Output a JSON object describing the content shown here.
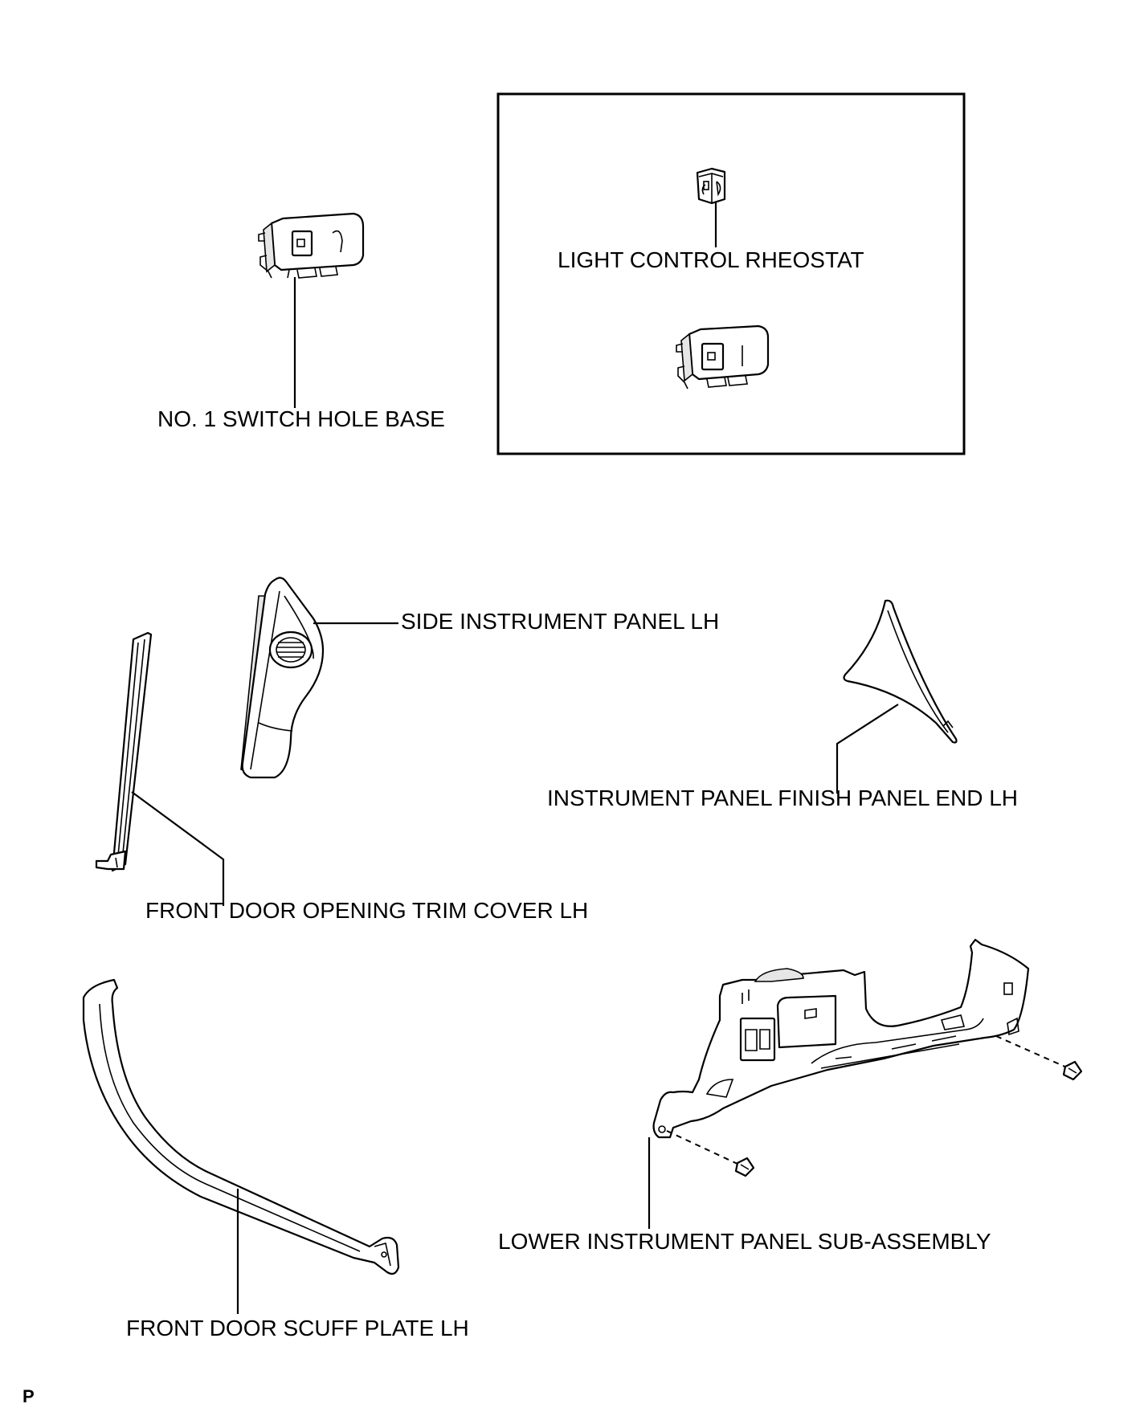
{
  "labels": {
    "switch_hole_base": "NO. 1 SWITCH HOLE BASE",
    "light_control_rheostat": "LIGHT CONTROL RHEOSTAT",
    "side_instrument_panel": "SIDE INSTRUMENT PANEL LH",
    "finish_panel_end": "INSTRUMENT PANEL FINISH PANEL END LH",
    "door_opening_trim_cover": "FRONT DOOR OPENING TRIM COVER LH",
    "lower_instrument_panel": "LOWER INSTRUMENT PANEL SUB-ASSEMBLY",
    "door_scuff_plate": "FRONT DOOR SCUFF PLATE LH"
  },
  "figure_code": "P"
}
